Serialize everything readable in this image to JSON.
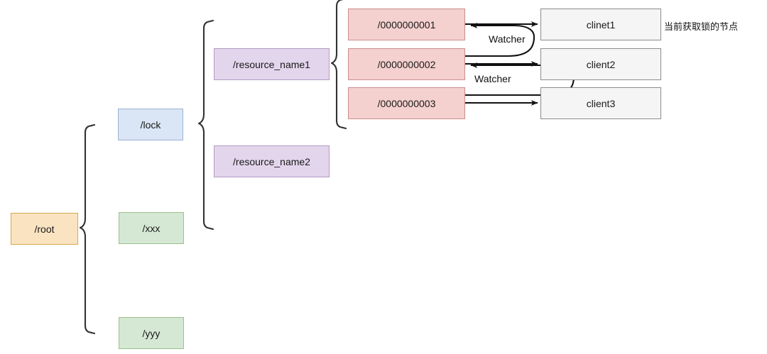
{
  "diagram": {
    "title": "ZooKeeper distributed lock node tree",
    "nodes": {
      "root": {
        "label": "/root"
      },
      "lock": {
        "label": "/lock"
      },
      "xxx": {
        "label": "/xxx"
      },
      "yyy": {
        "label": "/yyy"
      },
      "resource1": {
        "label": "/resource_name1"
      },
      "resource2": {
        "label": "/resource_name2"
      },
      "seq1": {
        "label": "/0000000001"
      },
      "seq2": {
        "label": "/0000000002"
      },
      "seq3": {
        "label": "/0000000003"
      },
      "client1": {
        "label": "clinet1"
      },
      "client2": {
        "label": "client2"
      },
      "client3": {
        "label": "client3"
      }
    },
    "edge_labels": {
      "watcher1": "Watcher",
      "watcher2": "Watcher"
    },
    "annotations": {
      "current_lock_holder": "当前获取锁的节点"
    },
    "colors": {
      "root_fill": "#FAE3C0",
      "root_stroke": "#D6A94E",
      "lock_fill": "#DAE5F5",
      "lock_stroke": "#9DB2D4",
      "green_fill": "#D5E8D4",
      "green_stroke": "#9CC08B",
      "purple_fill": "#E3D5EC",
      "purple_stroke": "#B09CC4",
      "pink_fill": "#F4D0CE",
      "pink_stroke": "#C98E8B",
      "gray_fill": "#F5F5F5",
      "gray_stroke": "#8C8C8C",
      "line": "#1a1a1a",
      "background": "#FFFFFF"
    }
  }
}
